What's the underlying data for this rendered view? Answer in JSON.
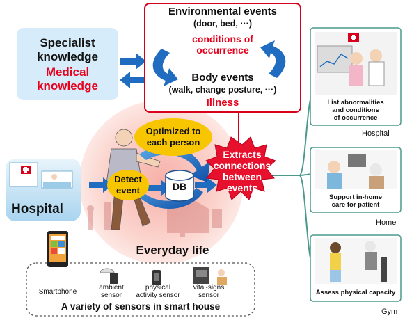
{
  "env_box": {
    "title": "Environmental events",
    "subtitle": "(door, bed, ···)",
    "conditions": "conditions of",
    "occurrence": "occurrence",
    "body_title": "Body events",
    "body_subtitle": "(walk, change posture, ···)",
    "illness": "Illness"
  },
  "knowledge": {
    "line1": "Specialist",
    "line2": "knowledge",
    "line3": "Medical",
    "line4": "knowledge"
  },
  "center": {
    "optimized_line1": "Optimized to",
    "optimized_line2": "each person",
    "detect_line1": "Detect",
    "detect_line2": "event",
    "db": "DB",
    "everyday": "Everyday life"
  },
  "extract": {
    "line1": "Extracts",
    "line2": "connections",
    "line3": "between",
    "line4": "events"
  },
  "hospital_left": {
    "label": "Hospital"
  },
  "panels": [
    {
      "caption_lines": [
        "List abnormalities",
        "and conditions",
        "of occurrence"
      ],
      "label": "Hospital"
    },
    {
      "caption_lines": [
        "Support in-home",
        "care for patient"
      ],
      "label": "Home"
    },
    {
      "caption_lines": [
        "Assess physical capacity"
      ],
      "label": "Gym"
    }
  ],
  "sensors": {
    "title": "A variety of sensors in smart house",
    "smartphone": "Smartphone",
    "ambient_line1": "ambient",
    "ambient_line2": "sensor",
    "physical_line1": "physical",
    "physical_line2": "activity sensor",
    "vital_line1": "vital-signs",
    "vital_line2": "sensor"
  },
  "colors": {
    "accent_red": "#e8001c",
    "frame_red": "#d9001b",
    "teal": "#4a9a8c",
    "blue_arrow": "#1f6cc0",
    "knowledge_bg": "#d6ecfa",
    "yellow": "#f7c600"
  }
}
